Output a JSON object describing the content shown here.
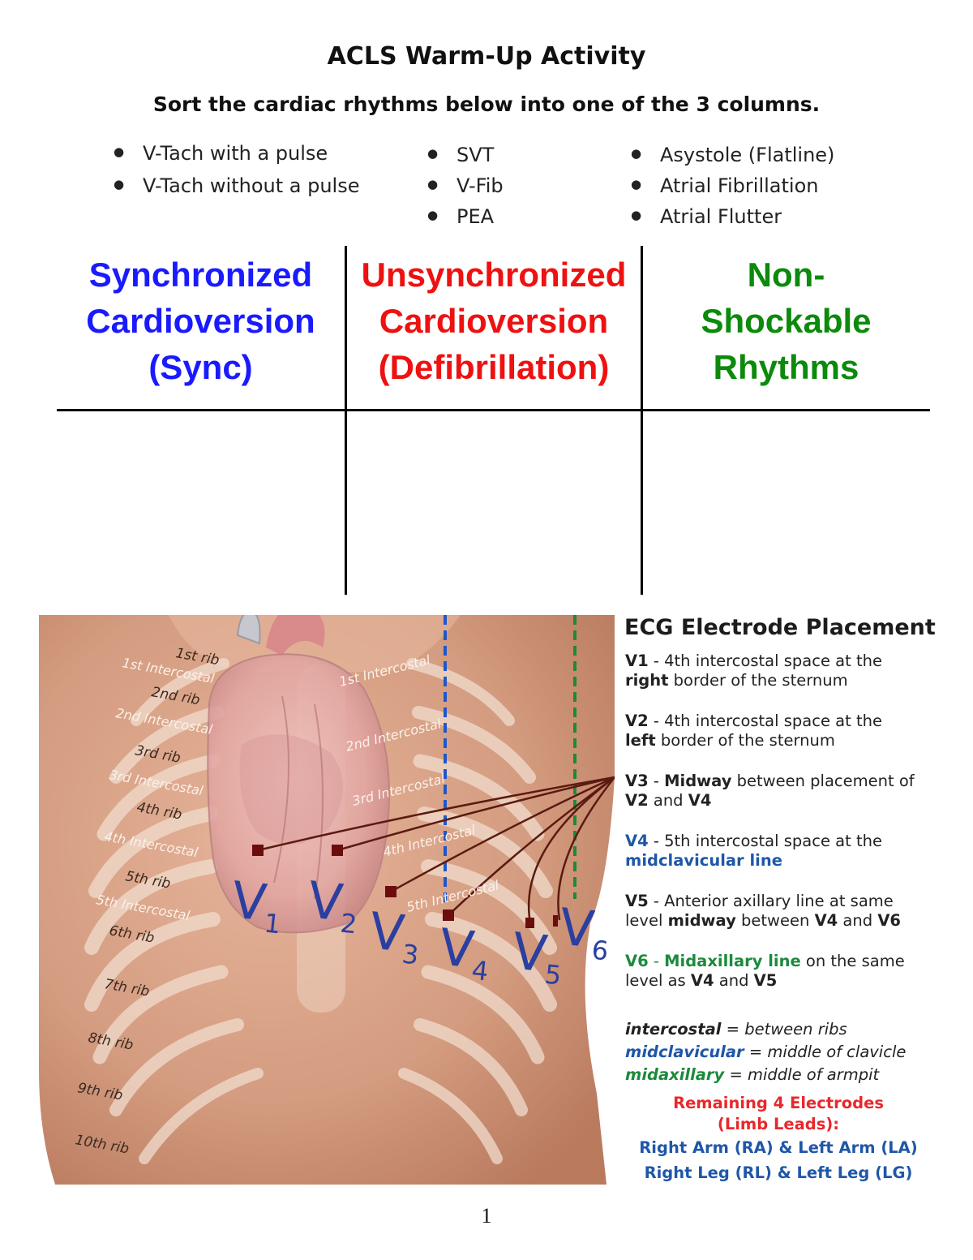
{
  "title": "ACLS Warm-Up Activity",
  "subtitle": "Sort the cardiac rhythms below into one of the 3 columns.",
  "rhythm_lists": [
    [
      "V-Tach with a pulse",
      "V-Tach without a pulse"
    ],
    [
      "SVT",
      "V-Fib",
      "PEA"
    ],
    [
      "Asystole (Flatline)",
      "Atrial Fibrillation",
      "Atrial Flutter"
    ]
  ],
  "columns": [
    {
      "lines": [
        "Synchronized",
        "Cardioversion",
        "(Sync)"
      ],
      "color": "#1a1aff"
    },
    {
      "lines": [
        "Unsynchronized",
        "Cardioversion",
        "(Defibrillation)"
      ],
      "color": "#ee1111"
    },
    {
      "lines": [
        "Non-",
        "Shockable",
        "Rhythms"
      ],
      "color": "#0b8a0b"
    }
  ],
  "figure": {
    "rib_labels": [
      "1st rib",
      "2nd rib",
      "3rd rib",
      "4th rib",
      "5th rib",
      "6th rib",
      "7th rib",
      "8th rib",
      "9th rib",
      "10th rib"
    ],
    "left_intercostal_labels": [
      "1st Intercostal",
      "2nd Intercostal",
      "3rd Intercostal",
      "4th Intercostal",
      "5th Intercostal"
    ],
    "right_intercostal_labels": [
      "1st Intercostal",
      "2nd Intercostal",
      "3rd Intercostal",
      "4th Intercostal",
      "5th Intercostal"
    ],
    "leads": [
      {
        "letter": "V",
        "sub": "1"
      },
      {
        "letter": "V",
        "sub": "2"
      },
      {
        "letter": "V",
        "sub": "3"
      },
      {
        "letter": "V",
        "sub": "4"
      },
      {
        "letter": "V",
        "sub": "5"
      },
      {
        "letter": "V",
        "sub": "6"
      }
    ],
    "colors": {
      "skin": "#d9a58b",
      "rib": "#f1dccd",
      "lead_label": "#2a3fa0",
      "electrode": "#6b0d0d",
      "wire": "#5a1a10",
      "midclavicular_line": "#1f57c8",
      "midaxillary_line": "#1c8a3c"
    }
  },
  "ecg": {
    "heading": "ECG Electrode Placement",
    "v1": {
      "label": "V1",
      "l1": " - 4th intercostal space at the",
      "bold": "right",
      "l2": " border of the sternum"
    },
    "v2": {
      "label": "V2",
      "l1": " - 4th intercostal space at the",
      "bold": "left",
      "l2": " border of the sternum"
    },
    "v3": {
      "label": "V3",
      "a": " - ",
      "mid": "Midway",
      "b": " between placement of",
      "v2": "V2",
      "and": " and ",
      "v4": "V4"
    },
    "v4": {
      "label": "V4",
      "l1": " - 5th intercostal space at the",
      "l2": "midclavicular line"
    },
    "v5": {
      "label": "V5",
      "l1": " - Anterior axillary line at same",
      "a": "level ",
      "mid": "midway",
      "b": " between ",
      "v4": "V4",
      "and": " and ",
      "v6": "V6"
    },
    "v6": {
      "label": "V6",
      "a": " -  ",
      "line": "Midaxillary line",
      "b": " on the same",
      "c": "level as ",
      "v4": "V4",
      "and": " and ",
      "v5": "V5"
    },
    "defs": [
      {
        "term": "intercostal",
        "meaning": " = between ribs"
      },
      {
        "term": "midclavicular",
        "meaning": " = middle of clavicle"
      },
      {
        "term": "midaxillary",
        "meaning": " = middle of armpit"
      }
    ],
    "remaining": {
      "l1": "Remaining 4 Electrodes",
      "l2": "(Limb Leads):",
      "l3": "Right Arm (RA) & Left Arm (LA)",
      "l4": "Right Leg (RL) & Left Leg (LG)"
    }
  },
  "page_number": "1"
}
